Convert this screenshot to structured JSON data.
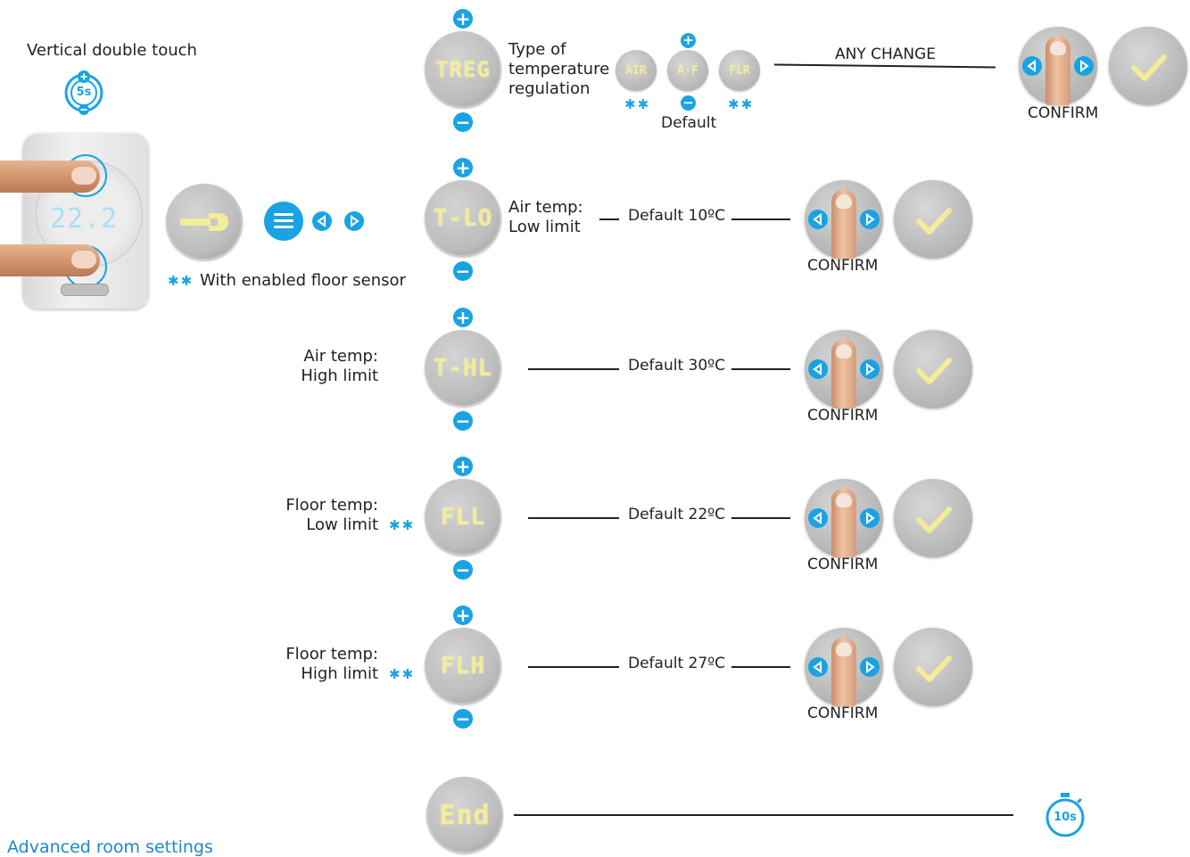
{
  "device": {
    "instruction": "Vertical double touch",
    "hold_time": "5s",
    "display_value": "22.2"
  },
  "menu": {
    "floor_sensor_note": "With enabled floor sensor"
  },
  "treg": {
    "code": "TREG",
    "label_line1": "Type of",
    "label_line2": "temperature",
    "label_line3": "regulation",
    "options": [
      "AIR",
      "A·F",
      "FLR"
    ],
    "default_label": "Default",
    "change_label": "ANY CHANGE",
    "confirm_label": "CONFIRM"
  },
  "rows": [
    {
      "code": "T-LO",
      "label_line1": "Air temp:",
      "label_line2": "Low limit",
      "default": "Default 10ºC",
      "confirm_label": "CONFIRM",
      "floor_sensor": false
    },
    {
      "code": "T-HL",
      "label_line1": "Air temp:",
      "label_line2": "High limit",
      "default": "Default 30ºC",
      "confirm_label": "CONFIRM",
      "floor_sensor": false
    },
    {
      "code": "FLL",
      "label_line1": "Floor temp:",
      "label_line2": "Low limit",
      "default": "Default 22ºC",
      "confirm_label": "CONFIRM",
      "floor_sensor": true
    },
    {
      "code": "FLH",
      "label_line1": "Floor temp:",
      "label_line2": "High limit",
      "default": "Default 27ºC",
      "confirm_label": "CONFIRM",
      "floor_sensor": true
    }
  ],
  "end": {
    "code": "End",
    "timeout": "10s"
  },
  "footer": {
    "title": "Advanced room settings"
  },
  "colors": {
    "accent": "#1aa3e3",
    "display_text": "#f3ec99",
    "button_grey": "#bdbdbd"
  }
}
